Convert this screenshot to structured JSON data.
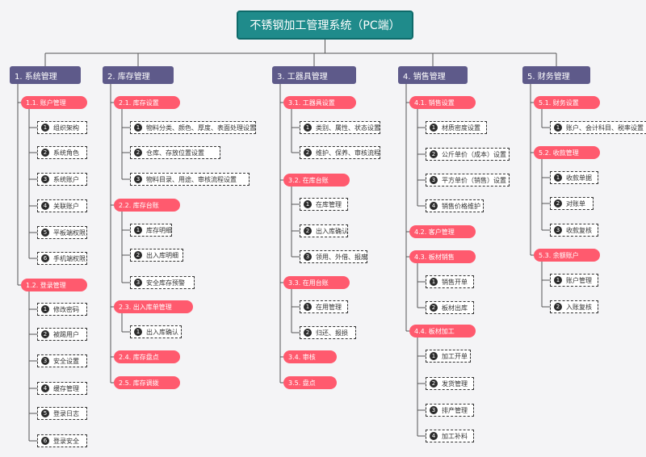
{
  "title": "不锈钢加工管理系统（PC端）",
  "colors": {
    "root": "#1f8b8b",
    "module": "#5e5a8a",
    "submodule": "#ff5a6e",
    "line": "#555555"
  },
  "modules": [
    {
      "label": "1. 系统管理",
      "subs": [
        {
          "label": "1.1. 账户管理",
          "items": [
            {
              "num": "1",
              "label": "组织架构"
            },
            {
              "num": "2",
              "label": "系统角色"
            },
            {
              "num": "3",
              "label": "系统账户"
            },
            {
              "num": "4",
              "label": "关联账户"
            },
            {
              "num": "5",
              "label": "平板端权限"
            },
            {
              "num": "6",
              "label": "手机端权限"
            }
          ]
        },
        {
          "label": "1.2. 登录管理",
          "items": [
            {
              "num": "1",
              "label": "修改密码"
            },
            {
              "num": "2",
              "label": "被踢用户"
            },
            {
              "num": "3",
              "label": "安全设置"
            },
            {
              "num": "4",
              "label": "缓存管理"
            },
            {
              "num": "5",
              "label": "登录日志"
            },
            {
              "num": "6",
              "label": "登录安全"
            }
          ]
        }
      ]
    },
    {
      "label": "2. 库存管理",
      "subs": [
        {
          "label": "2.1. 库存设置",
          "items": [
            {
              "num": "1",
              "label": "物料分类、颜色、厚度、表面处理设置"
            },
            {
              "num": "2",
              "label": "仓库、存放位置设置"
            },
            {
              "num": "3",
              "label": "物料目录、用途、审核流程设置"
            }
          ]
        },
        {
          "label": "2.2. 库存台账",
          "items": [
            {
              "num": "1",
              "label": "库存明细"
            },
            {
              "num": "2",
              "label": "出入库明细"
            },
            {
              "num": "3",
              "label": "安全库存预警"
            }
          ]
        },
        {
          "label": "2.3. 出入库单管理",
          "items": [
            {
              "num": "1",
              "label": "出入库确认"
            }
          ]
        },
        {
          "label": "2.4. 库存盘点",
          "items": []
        },
        {
          "label": "2.5. 库存调拨",
          "items": []
        }
      ]
    },
    {
      "label": "3. 工器具管理",
      "subs": [
        {
          "label": "3.1. 工器具设置",
          "items": [
            {
              "num": "1",
              "label": "类别、属性、状态设置"
            },
            {
              "num": "2",
              "label": "维护、保养、审核流程"
            }
          ]
        },
        {
          "label": "3.2. 在库台账",
          "items": [
            {
              "num": "1",
              "label": "在库管理"
            },
            {
              "num": "2",
              "label": "出入库确认"
            },
            {
              "num": "3",
              "label": "领用、外借、报废"
            }
          ]
        },
        {
          "label": "3.3. 在用台账",
          "items": [
            {
              "num": "1",
              "label": "在用管理"
            },
            {
              "num": "2",
              "label": "归还、报损"
            }
          ]
        },
        {
          "label": "3.4. 审核",
          "items": []
        },
        {
          "label": "3.5. 盘点",
          "items": []
        }
      ]
    },
    {
      "label": "4. 销售管理",
      "subs": [
        {
          "label": "4.1. 销售设置",
          "items": [
            {
              "num": "1",
              "label": "材质密度设置"
            },
            {
              "num": "2",
              "label": "公斤单价（成本）设置"
            },
            {
              "num": "3",
              "label": "平方单价（销售）设置"
            },
            {
              "num": "4",
              "label": "销售价格维护"
            }
          ]
        },
        {
          "label": "4.2. 客户管理",
          "items": []
        },
        {
          "label": "4.3. 板材销售",
          "items": [
            {
              "num": "1",
              "label": "销售开单"
            },
            {
              "num": "2",
              "label": "板材出库"
            }
          ]
        },
        {
          "label": "4.4. 板材加工",
          "items": [
            {
              "num": "1",
              "label": "加工开单"
            },
            {
              "num": "2",
              "label": "发货管理"
            },
            {
              "num": "3",
              "label": "排产管理"
            },
            {
              "num": "4",
              "label": "加工补料"
            }
          ]
        }
      ]
    },
    {
      "label": "5. 财务管理",
      "subs": [
        {
          "label": "5.1. 财务设置",
          "items": [
            {
              "num": "1",
              "label": "账户、会计科目、税率设置"
            }
          ]
        },
        {
          "label": "5.2. 收款管理",
          "items": [
            {
              "num": "1",
              "label": "收款单据"
            },
            {
              "num": "2",
              "label": "对账单"
            },
            {
              "num": "3",
              "label": "收款复核"
            }
          ]
        },
        {
          "label": "5.3. 余额账户",
          "items": [
            {
              "num": "1",
              "label": "账户管理"
            },
            {
              "num": "2",
              "label": "入账复核"
            }
          ]
        }
      ]
    }
  ]
}
